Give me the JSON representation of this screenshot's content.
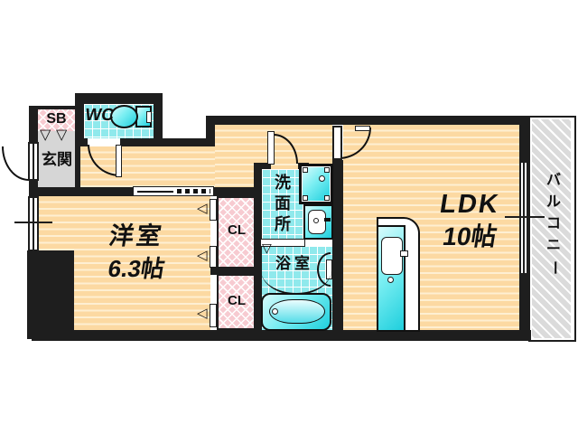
{
  "fp": {
    "entrance": {
      "label": "玄関"
    },
    "shoe_box": {
      "label": "SB"
    },
    "wc": {
      "label": "WC"
    },
    "washroom": {
      "chars": [
        "洗",
        "面",
        "所"
      ]
    },
    "bathroom": {
      "label": "浴室"
    },
    "western_room": {
      "name": "洋室",
      "size": "6.3帖"
    },
    "ldk": {
      "name": "LDK",
      "size": "10帖"
    },
    "closet_upper": {
      "label": "CL"
    },
    "closet_lower": {
      "label": "CL"
    },
    "balcony": {
      "chars": [
        "バ",
        "ル",
        "コ",
        "ニ",
        "ー"
      ]
    },
    "icons": {
      "closet_door_marker": "◁",
      "entrance_step_marker": "▽",
      "bath_door_marker": "▽"
    },
    "colors": {
      "wall": "#1e1e1e",
      "wood_floor": "#fcd9a2",
      "tile": "#8fe9ec",
      "closet_pink": "#f7cbd1",
      "entrance_gray": "#d6d6d6",
      "balcony_gray": "#dbdbdb",
      "fixture_cyan": "#1fcfdd"
    }
  }
}
